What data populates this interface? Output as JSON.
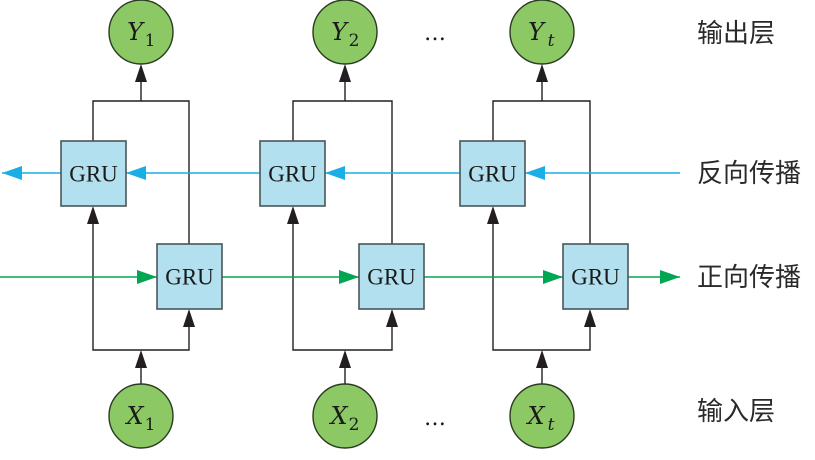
{
  "colors": {
    "node_fill": "#8cc864",
    "node_stroke": "#2b3a22",
    "gru_fill": "#b2e0ef",
    "gru_stroke": "#4a5559",
    "forward_color": "#00a651",
    "backward_color": "#1aaee6",
    "connector_color": "#231f20"
  },
  "gru_label": "GRU",
  "columns": [
    {
      "output": {
        "main": "Y",
        "sub": "1"
      },
      "input": {
        "main": "X",
        "sub": "1"
      }
    },
    {
      "output": {
        "main": "Y",
        "sub": "2"
      },
      "input": {
        "main": "X",
        "sub": "2"
      }
    },
    {
      "output": {
        "main": "Y",
        "sub": "t"
      },
      "input": {
        "main": "X",
        "sub": "t"
      }
    }
  ],
  "ellipsis": "…",
  "layers": {
    "output": "输出层",
    "backward": "反向传播",
    "forward": "正向传播",
    "input": "输入层"
  }
}
